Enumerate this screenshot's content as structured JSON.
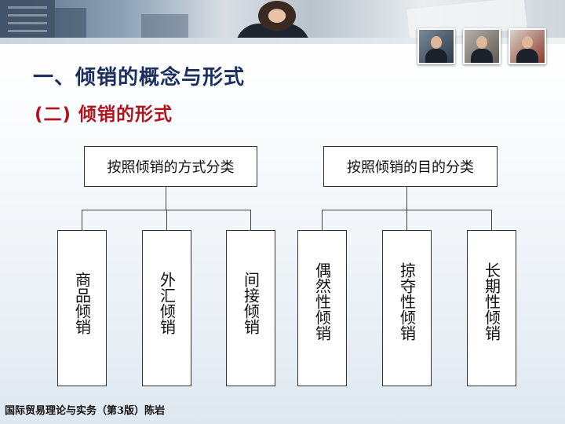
{
  "header": {
    "thumbnails": [
      "businessman-photo-icon",
      "businessman-photo-icon",
      "businessman-photo-icon"
    ]
  },
  "slide": {
    "title": "一、倾销的概念与形式",
    "subtitle": "(二) 倾销的形式"
  },
  "diagram": {
    "groups": [
      {
        "label": "按照倾销的方式分类",
        "children": [
          "商品倾销",
          "外汇倾销",
          "间接倾销"
        ]
      },
      {
        "label": "按照倾销的目的分类",
        "children": [
          "偶然性倾销",
          "掠夺性倾销",
          "长期性倾销"
        ]
      }
    ]
  },
  "footer": {
    "text": "国际贸易理论与实务（第3版）陈岩"
  },
  "colors": {
    "title": "#1b2f5e",
    "subtitle": "#b0141e",
    "box_border": "#333333"
  }
}
